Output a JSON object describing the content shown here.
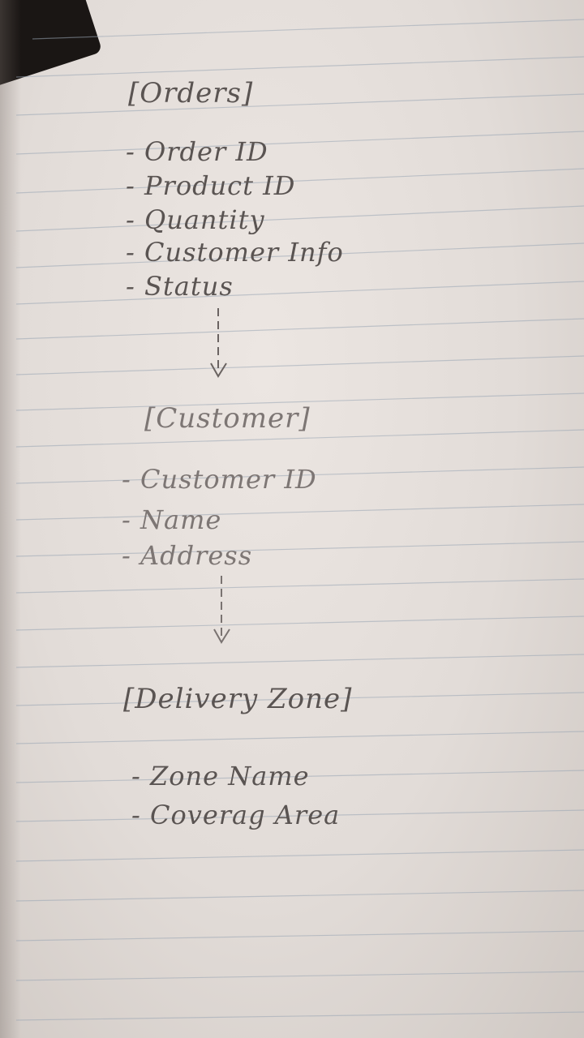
{
  "orders": {
    "heading": "[Orders]",
    "fields": [
      "Order ID",
      "Product ID",
      "Quantity",
      "Customer Info",
      "Status"
    ]
  },
  "customer": {
    "heading": "[Customer]",
    "fields": [
      "Customer ID",
      "Name",
      "Address"
    ]
  },
  "delivery_zone": {
    "heading": "[Delivery Zone]",
    "fields": [
      "Zone Name",
      "Coverag Area"
    ]
  },
  "colors": {
    "ink": "#5a5452",
    "paper": "#e6e0dc",
    "rule_line": "#9aa6b4"
  }
}
